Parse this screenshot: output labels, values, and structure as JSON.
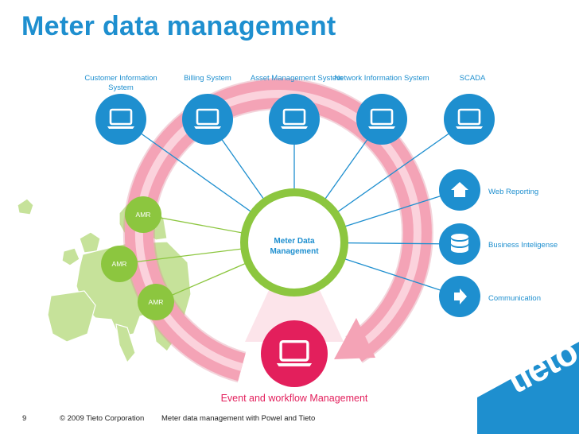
{
  "title": "Meter data management",
  "systems": [
    {
      "label": "Customer Information System",
      "icon": "laptop-icon"
    },
    {
      "label": "Billing System",
      "icon": "laptop-icon"
    },
    {
      "label": "Asset Management System",
      "icon": "laptop-icon"
    },
    {
      "label": "Network Information System",
      "icon": "laptop-icon"
    },
    {
      "label": "SCADA",
      "icon": "laptop-icon"
    }
  ],
  "side_services": [
    {
      "label": "Web Reporting",
      "icon": "house-icon"
    },
    {
      "label": "Business Inteligense",
      "icon": "database-icon"
    },
    {
      "label": "Communication",
      "icon": "arrow-icon"
    }
  ],
  "amr": [
    "AMR",
    "AMR",
    "AMR"
  ],
  "center": {
    "line1": "Meter Data",
    "line2": "Management"
  },
  "event": {
    "label": "Event and workflow Management",
    "icon": "laptop-icon"
  },
  "footer": {
    "page": "9",
    "copyright": "© 2009 Tieto Corporation",
    "subtitle": "Meter data management with Powel and Tieto"
  },
  "logo": "tieto",
  "colors": {
    "blue": "#1e8fcf",
    "green": "#8cc63f",
    "pink": "#e31f5c",
    "ring": "#f4a3b6",
    "europe": "#c6e29a"
  }
}
